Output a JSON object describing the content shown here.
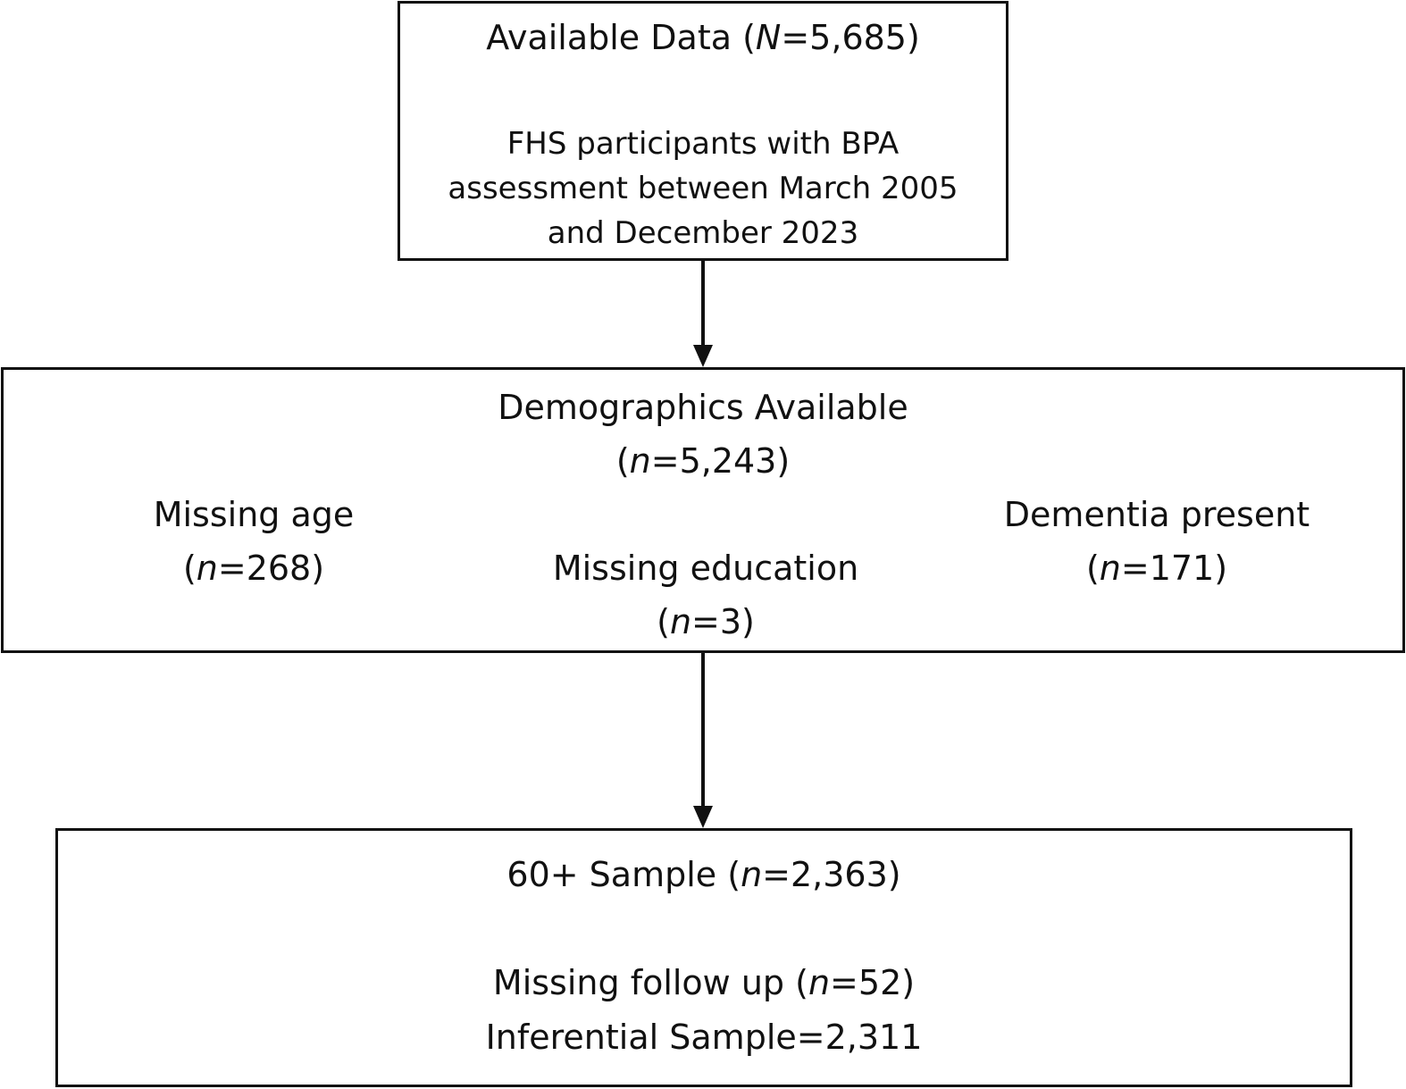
{
  "box1": {
    "title_pre": "Available Data (",
    "title_var": "N",
    "title_post": "=5,685)",
    "desc_line1": "FHS participants with BPA",
    "desc_line2": "assessment between March 2005",
    "desc_line3": "and December 2023"
  },
  "box2": {
    "title": "Demographics Available",
    "count_pre": "(",
    "count_var": "n",
    "count_post": "=5,243)",
    "missing_age": {
      "label": "Missing age",
      "pre": "(",
      "var": "n",
      "post": "=268)"
    },
    "missing_education": {
      "label": "Missing education",
      "pre": "(",
      "var": "n",
      "post": "=3)"
    },
    "dementia_present": {
      "label": "Dementia present",
      "pre": "(",
      "var": "n",
      "post": "=171)"
    }
  },
  "box3": {
    "title_pre": "60+ Sample (",
    "title_var": "n",
    "title_post": "=2,363)",
    "missing_pre": "Missing follow up (",
    "missing_var": "n",
    "missing_post": "=52)",
    "inferential": "Inferential Sample=2,311"
  },
  "colors": {
    "stroke": "#111111",
    "background": "#ffffff"
  }
}
